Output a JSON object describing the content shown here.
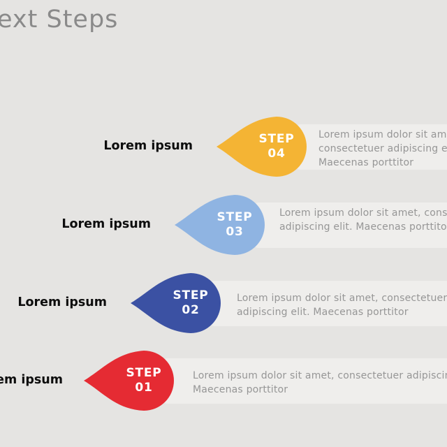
{
  "slide": {
    "title": "ext Steps"
  },
  "colors": {
    "background": "#e5e4e2",
    "bar": "#efeeec",
    "title_text": "#8a8a8a",
    "description_text": "#969696",
    "step_04": "#f4b434",
    "step_03": "#8fb4e2",
    "step_02": "#3b51a3",
    "step_01": "#e52b33"
  },
  "steps": [
    {
      "step_word": "STEP",
      "number": "04",
      "side_label": "Lorem ipsum",
      "color": "#f4b434",
      "description": "Lorem ipsum dolor sit amet, consectetuer adipiscing elit. Maecenas porttitor"
    },
    {
      "step_word": "STEP",
      "number": "03",
      "side_label": "Lorem ipsum",
      "color": "#8fb4e2",
      "description": "Lorem ipsum dolor sit amet, consectetuer adipiscing elit. Maecenas porttitor"
    },
    {
      "step_word": "STEP",
      "number": "02",
      "side_label": "Lorem ipsum",
      "color": "#3b51a3",
      "description": "Lorem ipsum dolor sit amet, consectetuer adipiscing elit. Maecenas porttitor"
    },
    {
      "step_word": "STEP",
      "number": "01",
      "side_label": "Lorem ipsum",
      "color": "#e52b33",
      "description": "Lorem ipsum dolor sit amet, consectetuer adipiscing elit. Maecenas porttitor"
    }
  ]
}
